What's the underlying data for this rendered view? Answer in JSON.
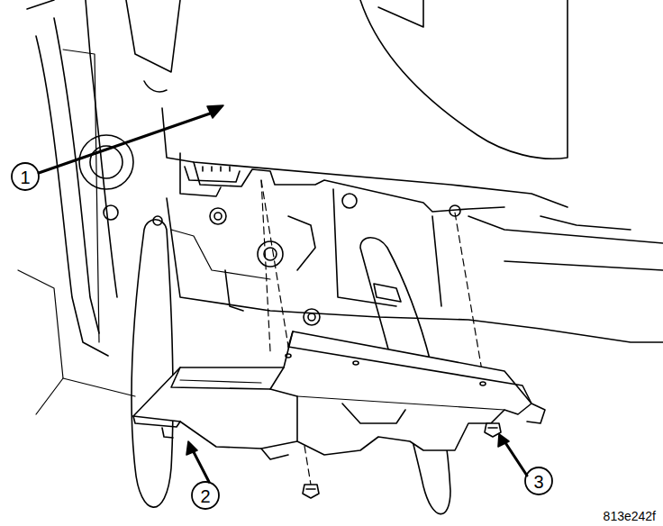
{
  "diagram": {
    "labels": [
      "1",
      "2",
      "3",
      "813e242f"
    ]
  }
}
